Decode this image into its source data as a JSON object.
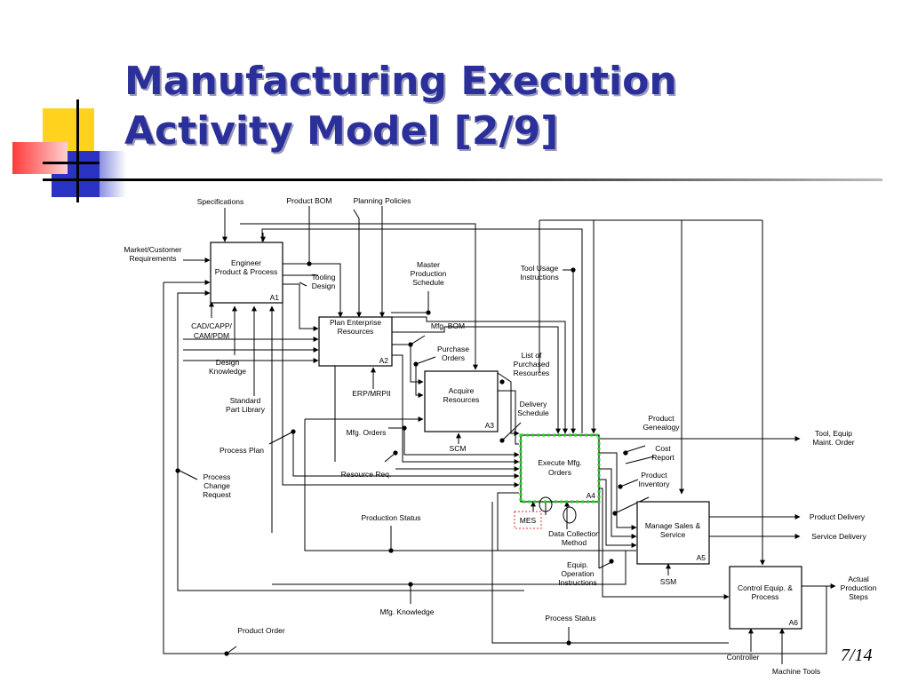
{
  "slide": {
    "title_line1": "Manufacturing Execution",
    "title_line2": "Activity Model [2/9]",
    "page": "7/14"
  },
  "colors": {
    "title": "#2b2f9a",
    "deco_yellow": "#ffd21e",
    "deco_blue": "#2a33c4",
    "deco_red": "#ff3a3a",
    "execute_highlight": "#22cc22",
    "mes_box": "#e53030"
  },
  "diagram": {
    "boxes": {
      "a1": {
        "name_line1": "Engineer",
        "name_line2": "Product & Process",
        "code": "A1"
      },
      "a2": {
        "name_line1": "Plan Enterprise",
        "name_line2": "Resources",
        "code": "A2"
      },
      "a3": {
        "name_line1": "Acquire",
        "name_line2": "Resources",
        "code": "A3"
      },
      "a4": {
        "name_line1": "Execute Mfg.",
        "name_line2": "Orders",
        "code": "A4"
      },
      "a5": {
        "name_line1": "Manage Sales &",
        "name_line2": "Service",
        "code": "A5"
      },
      "a6": {
        "name_line1": "Control Equip. &",
        "name_line2": "Process",
        "code": "A6"
      }
    },
    "labels": {
      "specifications": "Specifications",
      "product_bom": "Product BOM",
      "planning_policies": "Planning Policies",
      "market_customer_1": "Market/Customer",
      "market_customer_2": "Requirements",
      "tooling_design_1": "Tooling",
      "tooling_design_2": "Design",
      "master_schedule_1": "Master",
      "master_schedule_2": "Production",
      "master_schedule_3": "Schedule",
      "tool_usage_1": "Tool Usage",
      "tool_usage_2": "Instructions",
      "cad_1": "CAD/CAPP/",
      "cad_2": "CAM/PDM",
      "mfg_bom": "Mfg. BOM",
      "purchase_orders_1": "Purchase",
      "purchase_orders_2": "Orders",
      "list_purchased_1": "List of",
      "list_purchased_2": "Purchased",
      "list_purchased_3": "Resources",
      "design_knowledge_1": "Design",
      "design_knowledge_2": "Knowledge",
      "erp_mrp": "ERP/MRPII",
      "delivery_schedule_1": "Delivery",
      "delivery_schedule_2": "Schedule",
      "standard_part_1": "Standard",
      "standard_part_2": "Part Library",
      "product_genealogy_1": "Product",
      "product_genealogy_2": "Genealogy",
      "mfg_orders": "Mfg. Orders",
      "tool_equip_1": "Tool, Equip",
      "tool_equip_2": "Maint. Order",
      "process_plan": "Process Plan",
      "scm": "SCM",
      "cost_report_1": "Cost",
      "cost_report_2": "Report",
      "resource_req": "Resource Req.",
      "process_change_1": "Process",
      "process_change_2": "Change",
      "process_change_3": "Request",
      "product_inventory_1": "Product",
      "product_inventory_2": "Inventory",
      "production_status": "Production Status",
      "mes": "MES",
      "data_collection_1": "Data Collection",
      "data_collection_2": "Method",
      "product_delivery": "Product Delivery",
      "service_delivery": "Service Delivery",
      "equip_op_1": "Equip.",
      "equip_op_2": "Operation",
      "equip_op_3": "Instructions",
      "ssm": "SSM",
      "actual_steps_1": "Actual",
      "actual_steps_2": "Production",
      "actual_steps_3": "Steps",
      "mfg_knowledge": "Mfg. Knowledge",
      "process_status": "Process Status",
      "product_order": "Product Order",
      "controller": "Controller",
      "machine_tools": "Machine Tools"
    }
  }
}
